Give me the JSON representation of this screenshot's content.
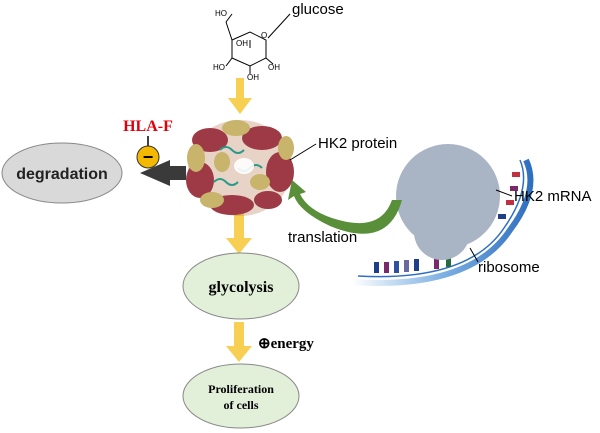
{
  "labels": {
    "glucose": "glucose",
    "hk2_protein": "HK2 protein",
    "hk2_mrna": "HK2 mRNA",
    "ribosome": "ribosome",
    "translation": "translation",
    "degradation": "degradation",
    "hla_f": "HLA-F",
    "inhibit_sign": "−",
    "glycolysis": "glycolysis",
    "energy": "⊕energy",
    "proliferation_line1": "Proliferation",
    "proliferation_line2": "of cells"
  },
  "molecule_labels": [
    "HO",
    "HO",
    "OH",
    "OH",
    "OH",
    "O"
  ],
  "colors": {
    "flow_arrow": "#f7cf52",
    "degradation_arrow": "#3a3a3a",
    "translation_arrow": "#5a8f3a",
    "ribosome": "#a9b4c4",
    "ellipse_green": "#e2efd9",
    "ellipse_gray": "#d9d9d9",
    "hla_f": "#e0000b",
    "inhibitor": "#f5b800",
    "protein_red": "#9e3a45",
    "protein_yellow": "#c8b46a",
    "mrna_blue": "#2f6fc0"
  }
}
